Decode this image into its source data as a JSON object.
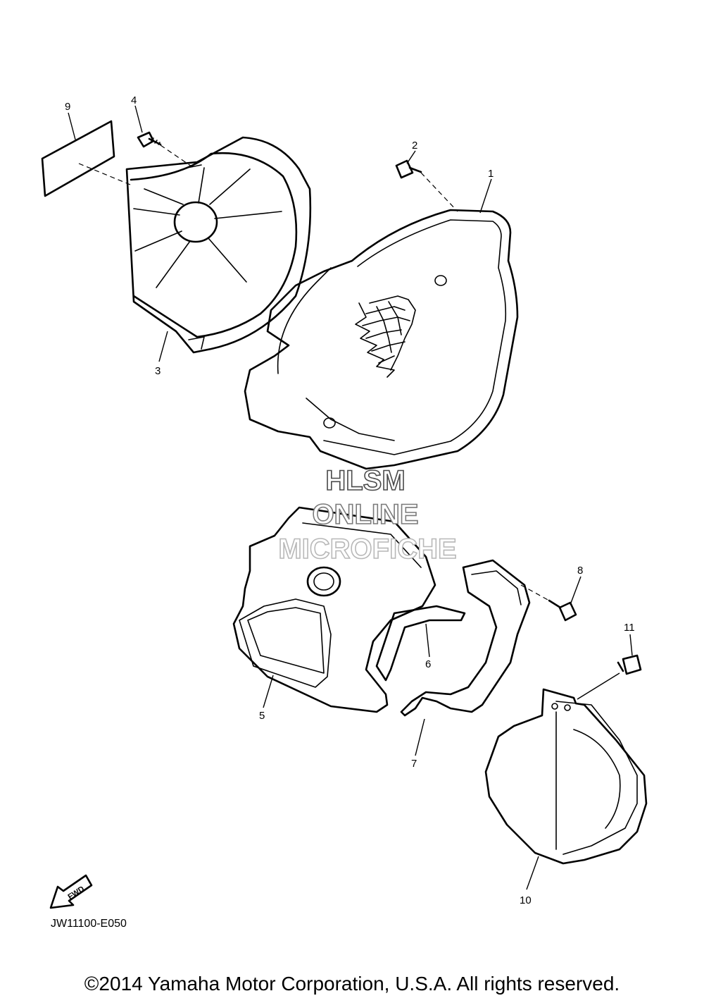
{
  "callouts": [
    "1",
    "2",
    "3",
    "4",
    "5",
    "6",
    "7",
    "8",
    "9",
    "10",
    "11"
  ],
  "watermark": {
    "line1": "HLSM",
    "line2": "ONLINE",
    "line3": "MICROFICHE"
  },
  "fwd_label": "FWD",
  "drawing_code": "JW11100-E050",
  "copyright": "©2014 Yamaha Motor Corporation, U.S.A. All rights reserved.",
  "colors": {
    "line": "#000000",
    "background": "#ffffff",
    "watermark_stroke": "#4a4a4a"
  }
}
